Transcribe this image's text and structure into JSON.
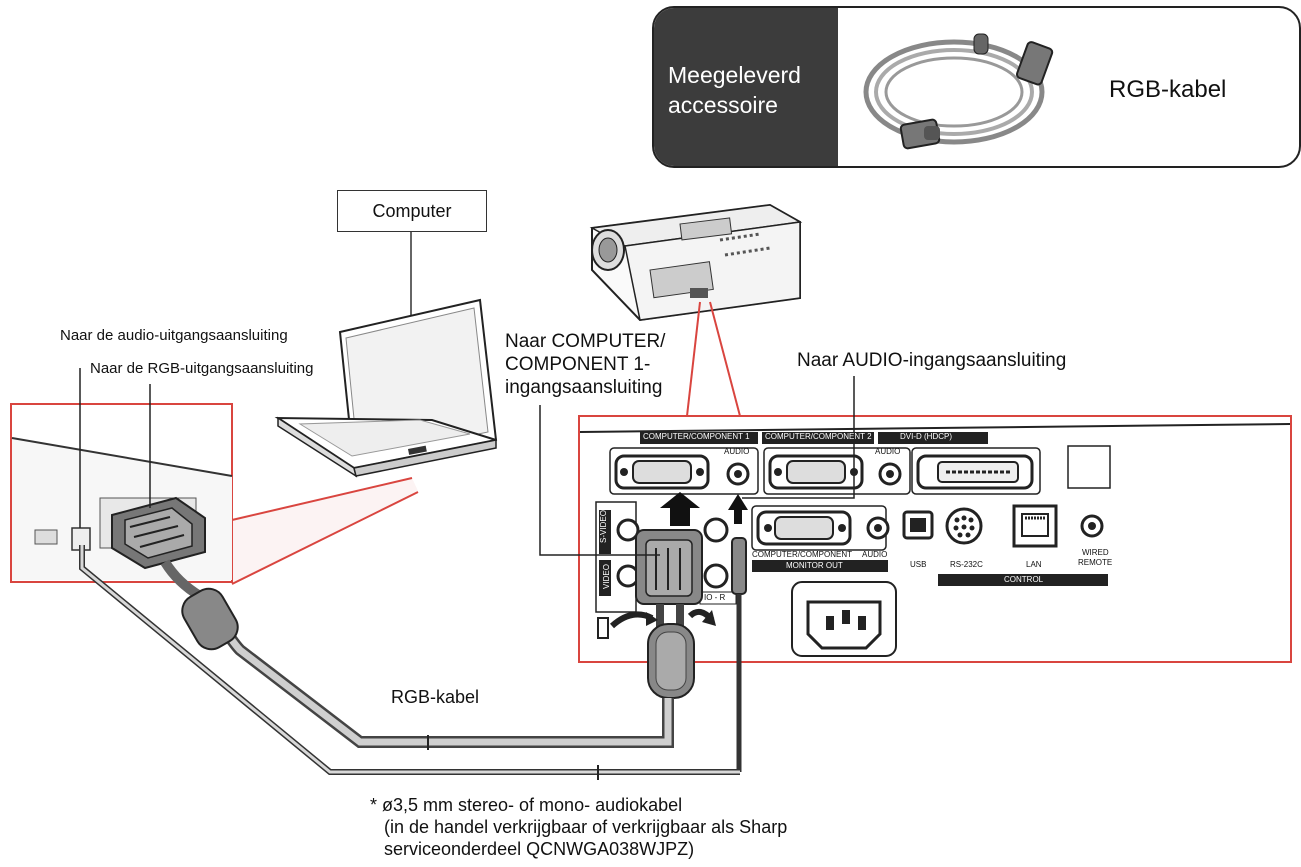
{
  "accessory": {
    "title_line1": "Meegeleverd",
    "title_line2": "accessoire",
    "cable_name": "RGB-kabel"
  },
  "labels": {
    "computer": "Computer",
    "audio_out": "Naar de audio-uitgangsaansluiting",
    "rgb_out": "Naar de RGB-uitgangsaansluiting",
    "computer_in_line1": "Naar COMPUTER/",
    "computer_in_line2": "COMPONENT 1-",
    "computer_in_line3": "ingangsaansluiting",
    "audio_in": "Naar AUDIO-ingangsaansluiting",
    "rgb_cable": "RGB-kabel",
    "audio_cable_line1": "*  ø3,5 mm stereo- of mono- audiokabel",
    "audio_cable_line2": "(in de handel verkrijgbaar of verkrijgbaar als Sharp",
    "audio_cable_line3": "serviceonderdeel QCNWGA038WJPZ)"
  },
  "panel": {
    "comp1": "COMPUTER/COMPONENT 1",
    "comp2": "COMPUTER/COMPONENT 2",
    "dvi": "DVI-D (HDCP)",
    "audio": "AUDIO",
    "audio2": "AUDIO",
    "svideo": "S-VIDEO",
    "video": "VIDEO",
    "audio_r": "IO - R",
    "monitor_top": "COMPUTER/COMPONENT",
    "monitor_audio": "AUDIO",
    "monitor_out": "MONITOR OUT",
    "usb": "USB",
    "rs232": "RS-232C",
    "lan": "LAN",
    "wired": "WIRED",
    "remote": "REMOTE",
    "control": "CONTROL"
  },
  "colors": {
    "callout": "#d9453f",
    "dark": "#3c3c3c"
  }
}
